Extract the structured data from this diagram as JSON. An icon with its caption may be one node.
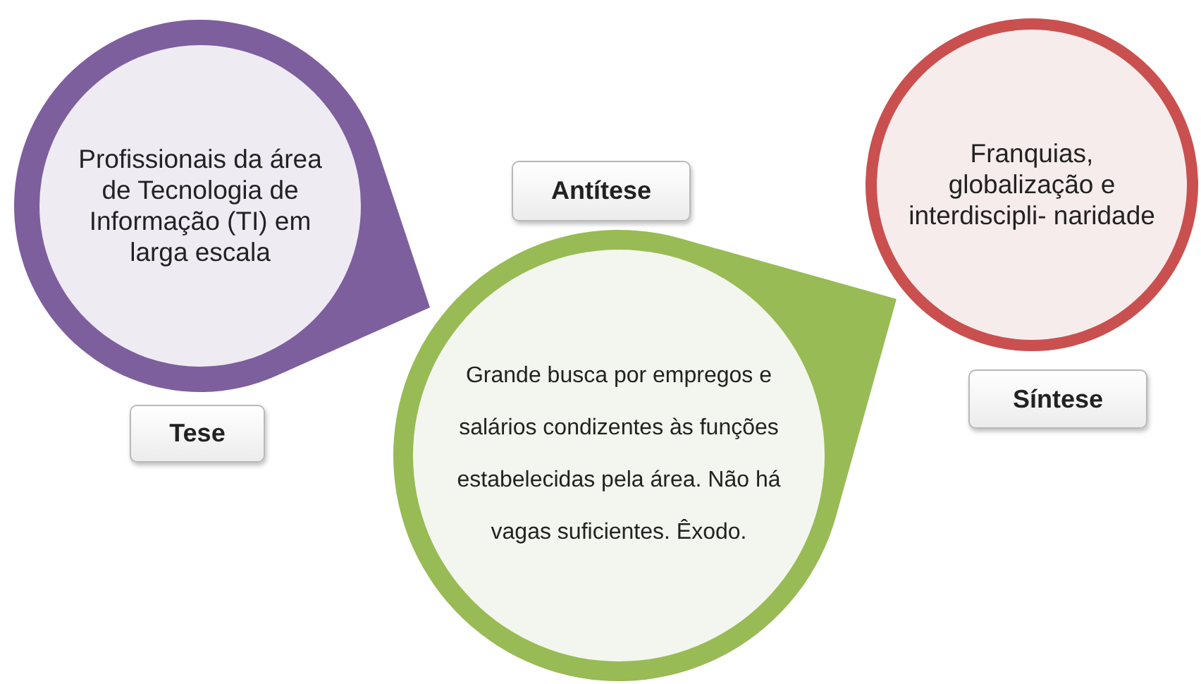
{
  "diagram": {
    "nodes": [
      {
        "text": [
          "Profissionais da área de Tecnologia de Informação (TI) em larga escala"
        ]
      },
      {
        "text": [
          "Tese"
        ]
      },
      {
        "text": [
          "Antítese"
        ]
      },
      {
        "text": [
          "Grande busca por empregos e salários condizentes às funções estabelecidas pela área. Não há vagas suficientes. Êxodo."
        ]
      },
      {
        "text": [
          "Franquias, globalização e interdiscipli- naridade"
        ]
      },
      {
        "text": [
          "Síntese"
        ]
      }
    ]
  }
}
